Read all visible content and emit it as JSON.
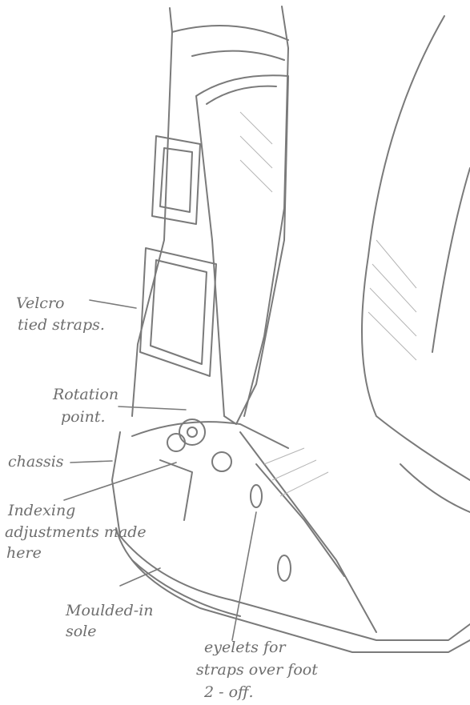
{
  "colors": {
    "ink": "#7a7a7a",
    "ink_light": "#b5b5b5",
    "paper": "#ffffff"
  },
  "annotations": {
    "velcro_1": "Velcro",
    "velcro_2": "tied straps.",
    "rotation_1": "Rotation",
    "rotation_2": "point.",
    "chassis": "chassis",
    "indexing_1": "Indexing",
    "indexing_2": "adjustments made",
    "indexing_3": "here",
    "sole_1": "Moulded-in",
    "sole_2": "sole",
    "eyelets_1": "eyelets for",
    "eyelets_2": "straps over foot",
    "eyelets_3": "2 - off."
  }
}
